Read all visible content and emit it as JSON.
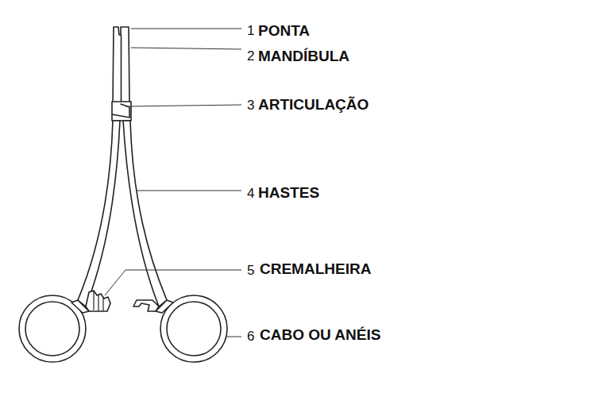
{
  "diagram": {
    "labels": [
      "1",
      "PONTA",
      "2",
      "MANDÍBULA",
      "3",
      "ARTICULAÇÃO",
      "4",
      "HASTES",
      "5",
      "CREMALHEIRA",
      "6",
      "CABO OU ANÉIS"
    ]
  }
}
